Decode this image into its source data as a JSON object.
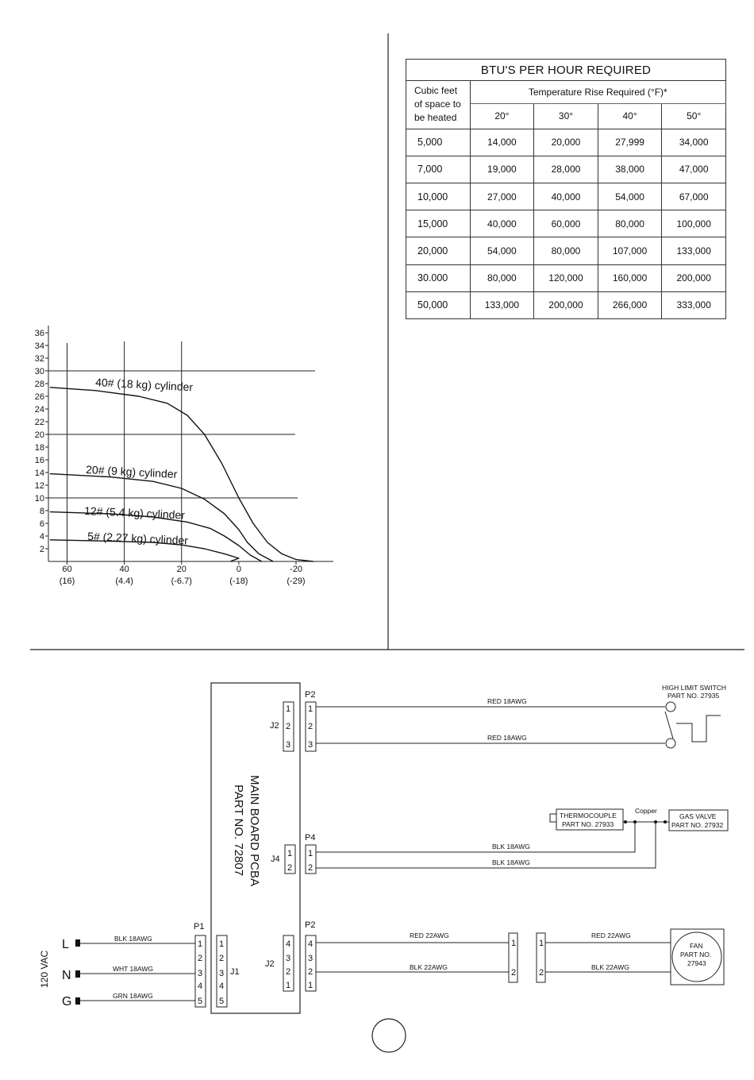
{
  "chart_data": {
    "type": "line",
    "y_ticks": [
      "2",
      "4",
      "6",
      "8",
      "10",
      "12",
      "14",
      "16",
      "18",
      "20",
      "22",
      "24",
      "26",
      "28",
      "30",
      "32",
      "34",
      "36"
    ],
    "x_ticks": [
      {
        "f": "60",
        "c": "(16)"
      },
      {
        "f": "40",
        "c": "(4.4)"
      },
      {
        "f": "20",
        "c": "(-6.7)"
      },
      {
        "f": "0",
        "c": "(-18)"
      },
      {
        "f": "-20",
        "c": "(-29)"
      }
    ],
    "xlim": [
      68,
      -32
    ],
    "ylim": [
      0,
      37
    ],
    "series": [
      {
        "name": "40# (18 kg) cylinder",
        "x": [
          66,
          50,
          35,
          25,
          18,
          12,
          6,
          0,
          -5,
          -10,
          -15,
          -20,
          -26
        ],
        "y": [
          27.4,
          26.9,
          26,
          24.9,
          23,
          20,
          15.5,
          10,
          6,
          3,
          1.2,
          0.3,
          0
        ]
      },
      {
        "name": "20# (9 kg) cylinder",
        "x": [
          66,
          45,
          30,
          20,
          12,
          5,
          0,
          -3,
          -7,
          -12
        ],
        "y": [
          13.8,
          13.3,
          12.6,
          11.5,
          9.8,
          7.5,
          5,
          3,
          1.2,
          0
        ]
      },
      {
        "name": "12# (5.4 kg) cylinder",
        "x": [
          66,
          45,
          30,
          18,
          10,
          5,
          0,
          -4,
          -8
        ],
        "y": [
          7.8,
          7.5,
          7,
          6.2,
          5.2,
          4,
          2.5,
          1,
          0
        ]
      },
      {
        "name": "5# (2.27 kg) cylinder",
        "x": [
          66,
          45,
          30,
          20,
          12,
          5,
          0,
          3
        ],
        "y": [
          3.4,
          3.2,
          3,
          2.6,
          2,
          1.2,
          0.5,
          0
        ]
      }
    ]
  },
  "btu_table": {
    "title": "BTU'S PER HOUR REQUIRED",
    "space_label": [
      "Cubic feet",
      "of space to",
      "be heated"
    ],
    "temp_label": "Temperature Rise Required (°F)*",
    "columns": [
      "20°",
      "30°",
      "40°",
      "50°"
    ],
    "rows": [
      {
        "space": "5,000",
        "values": [
          "14,000",
          "20,000",
          "27,999",
          "34,000"
        ]
      },
      {
        "space": "7,000",
        "values": [
          "19,000",
          "28,000",
          "38,000",
          "47,000"
        ]
      },
      {
        "space": "10,000",
        "values": [
          "27,000",
          "40,000",
          "54,000",
          "67,000"
        ]
      },
      {
        "space": "15,000",
        "values": [
          "40,000",
          "60,000",
          "80,000",
          "100,000"
        ]
      },
      {
        "space": "20,000",
        "values": [
          "54,000",
          "80,000",
          "107,000",
          "133,000"
        ]
      },
      {
        "space": "30.000",
        "values": [
          "80,000",
          "120,000",
          "160,000",
          "200,000"
        ]
      },
      {
        "space": "50,000",
        "values": [
          "133,000",
          "200,000",
          "266,000",
          "333,000"
        ]
      }
    ]
  },
  "wiring": {
    "board_title": "MAIN BOARD PCBA",
    "board_part": "PART NO. 72807",
    "voltage": "120 VAC",
    "line_l": "L",
    "line_n": "N",
    "line_g": "G",
    "wire_blk_18": "BLK 18AWG",
    "wire_wht_18": "WHT 18AWG",
    "wire_grn_18": "GRN 18AWG",
    "wire_red_18": "RED 18AWG",
    "wire_red_22": "RED 22AWG",
    "wire_blk_22": "BLK 22AWG",
    "p1": "P1",
    "j1": "J1",
    "p2": "P2",
    "j2": "J2",
    "p4": "P4",
    "j4": "J4",
    "pins": [
      "1",
      "2",
      "3",
      "4",
      "5"
    ],
    "high_limit": "HIGH LIMIT SWITCH",
    "high_limit_part": "PART NO. 27935",
    "thermocouple": "THERMOCOUPLE",
    "thermocouple_part": "PART NO. 27933",
    "copper": "Copper",
    "gas_valve": "GAS VALVE",
    "gas_valve_part": "PART NO. 27932",
    "fan": "FAN",
    "fan_part_label": "PART NO.",
    "fan_part": "27943"
  }
}
